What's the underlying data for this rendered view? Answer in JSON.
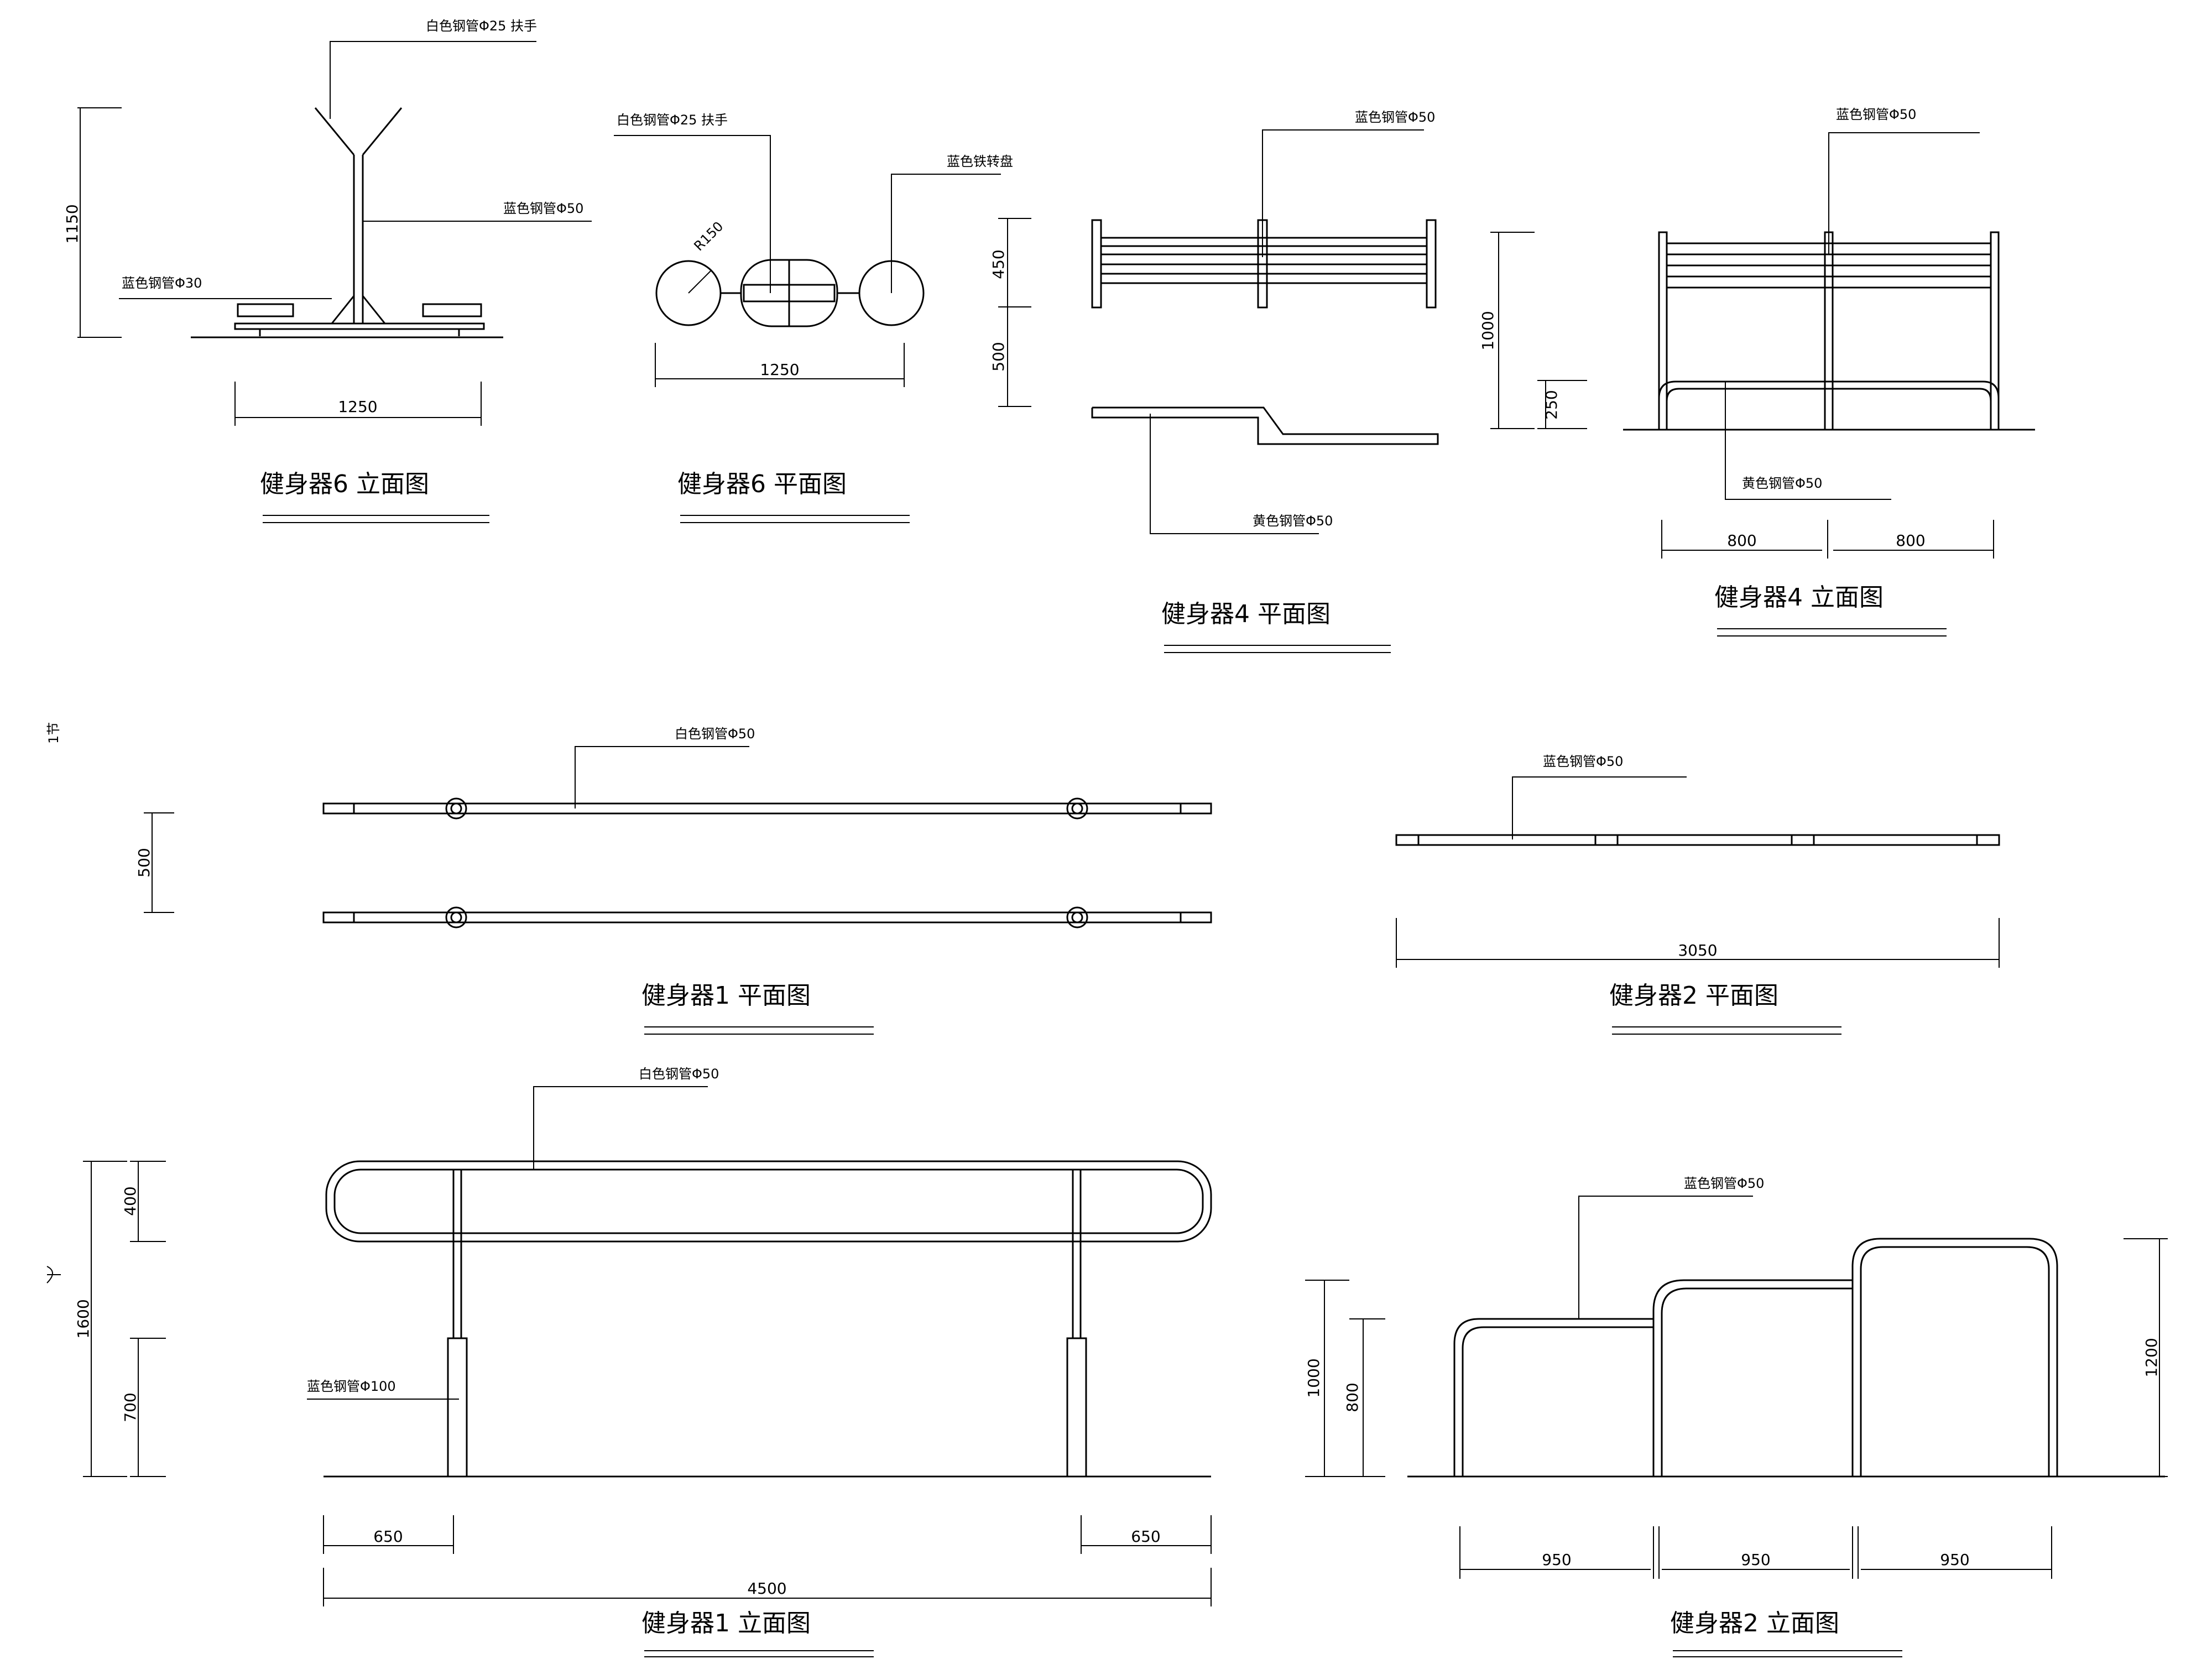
{
  "labels": {
    "white_pipe_25_handle": "白色钢管Φ25 扶手",
    "blue_pipe_50": "蓝色钢管Φ50",
    "blue_pipe_30": "蓝色钢管Φ30",
    "blue_iron_turntable": "蓝色铁转盘",
    "radius_150": "R150",
    "yellow_pipe_50": "黄色钢管Φ50",
    "white_pipe_50": "白色钢管Φ50",
    "blue_pipe_100": "蓝色钢管Φ100",
    "section_mark": "1节"
  },
  "dims": {
    "d1150": "1150",
    "d1250": "1250",
    "d450": "450",
    "d500": "500",
    "d1000": "1000",
    "d250": "250",
    "d800": "800",
    "d3050": "3050",
    "d400": "400",
    "d700": "700",
    "d1600": "1600",
    "d650": "650",
    "d4500": "4500",
    "d1200": "1200",
    "d950": "950"
  },
  "titles": {
    "eq6_elev": "健身器6 立面图",
    "eq6_plan": "健身器6 平面图",
    "eq4_plan": "健身器4 平面图",
    "eq4_elev": "健身器4 立面图",
    "eq1_plan": "健身器1 平面图",
    "eq2_plan": "健身器2 平面图",
    "eq1_elev": "健身器1 立面图",
    "eq2_elev": "健身器2 立面图"
  }
}
